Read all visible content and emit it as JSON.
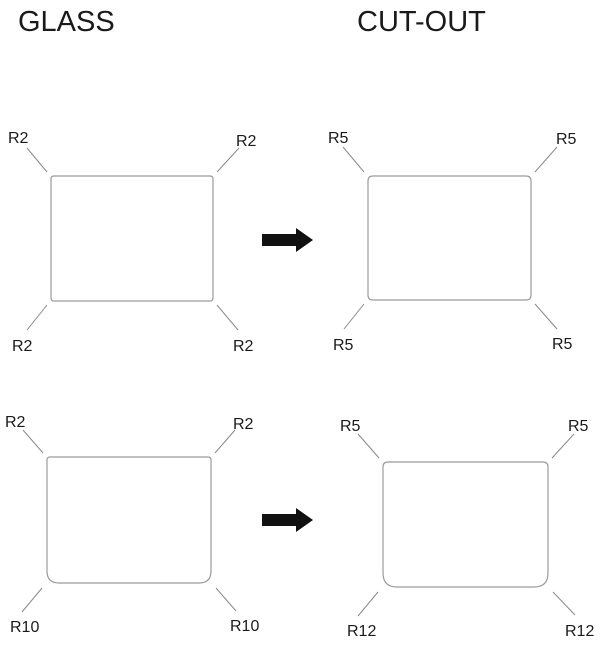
{
  "header": {
    "left_title": "GLASS",
    "right_title": "CUT-OUT"
  },
  "panels": [
    {
      "id": "glass-row1",
      "column": "GLASS",
      "labels": {
        "tl": "R2",
        "tr": "R2",
        "bl": "R2",
        "br": "R2"
      }
    },
    {
      "id": "cutout-row1",
      "column": "CUT-OUT",
      "labels": {
        "tl": "R5",
        "tr": "R5",
        "bl": "R5",
        "br": "R5"
      }
    },
    {
      "id": "glass-row2",
      "column": "GLASS",
      "labels": {
        "tl": "R2",
        "tr": "R2",
        "bl": "R10",
        "br": "R10"
      }
    },
    {
      "id": "cutout-row2",
      "column": "CUT-OUT",
      "labels": {
        "tl": "R5",
        "tr": "R5",
        "bl": "R12",
        "br": "R12"
      }
    }
  ],
  "icons": {
    "arrow_row1": "arrow-right-icon",
    "arrow_row2": "arrow-right-icon"
  },
  "colors": {
    "text": "#1a1a1a",
    "outline": "#9b9b9b",
    "leader": "#8a8a8a",
    "arrow": "#111111"
  }
}
